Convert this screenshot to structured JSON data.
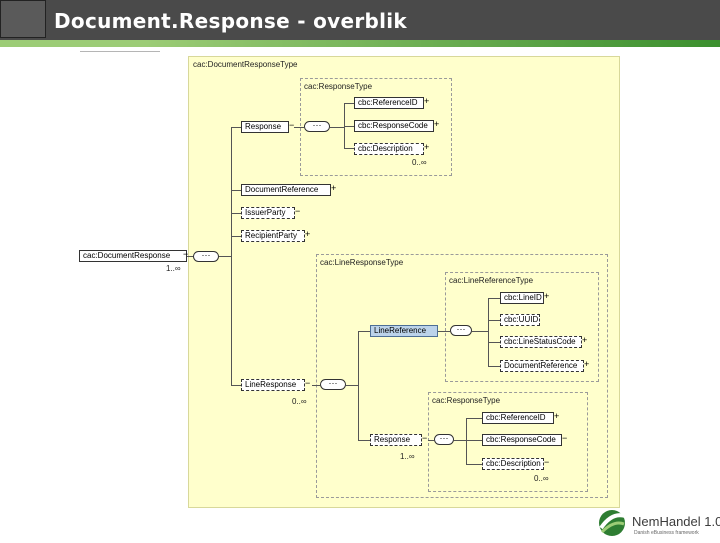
{
  "slide": {
    "title": "Document.Response - overblik"
  },
  "diagram": {
    "root": "cac:DocumentResponse",
    "root_card": "1..∞",
    "panel_type": "cac:DocumentResponseType",
    "response": {
      "name": "Response",
      "type": "cac:ResponseType",
      "children": [
        "cbc:ReferenceID",
        "cbc:ResponseCode",
        "cbc:Description"
      ],
      "description_card": "0..∞"
    },
    "document_reference": "DocumentReference",
    "issuer_party": "IssuerParty",
    "recipient_party": "RecipientParty",
    "line_response": {
      "name": "LineResponse",
      "card": "0..∞",
      "type": "cac:LineResponseType",
      "line_reference": {
        "name": "LineReference",
        "type": "cac:LineReferenceType",
        "children": [
          "cbc:LineID",
          "cbc:UUID",
          "cbc:LineStatusCode",
          "DocumentReference"
        ]
      },
      "response": {
        "name": "Response",
        "card": "1..∞",
        "type": "cac:ResponseType",
        "children": [
          "cbc:ReferenceID",
          "cbc:ResponseCode",
          "cbc:Description"
        ],
        "description_card": "0..∞"
      }
    }
  },
  "logo": {
    "name": "NemHandel 1.0",
    "tagline": "Danish eBusiness framework"
  },
  "colors": {
    "panel": "#ffffcc",
    "highlight": "#bcd3ea",
    "green": "#3b8f2e",
    "header": "#4a4a4a"
  }
}
